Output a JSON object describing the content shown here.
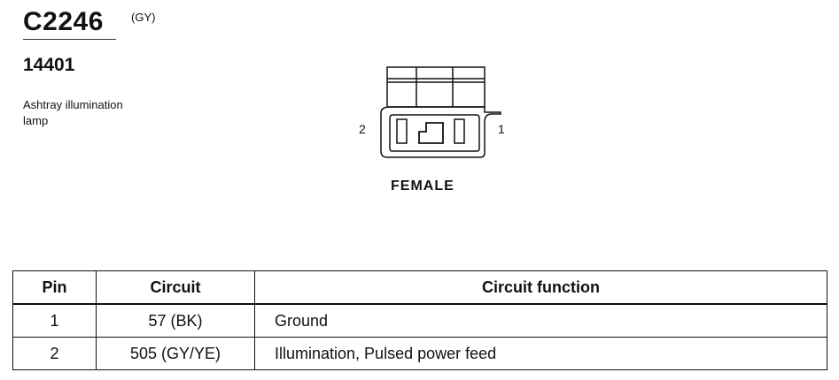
{
  "connector": {
    "id": "C2246",
    "color_code": "(GY)",
    "part_number": "14401",
    "description_lines": [
      "Ashtray illumination",
      "lamp"
    ]
  },
  "diagram": {
    "pin_left_label": "2",
    "pin_right_label": "1",
    "gender": "FEMALE"
  },
  "table": {
    "headers": [
      "Pin",
      "Circuit",
      "Circuit function"
    ],
    "rows": [
      {
        "pin": "1",
        "circuit": "57 (BK)",
        "function": "Ground"
      },
      {
        "pin": "2",
        "circuit": "505 (GY/YE)",
        "function": "Illumination, Pulsed power feed"
      }
    ]
  }
}
